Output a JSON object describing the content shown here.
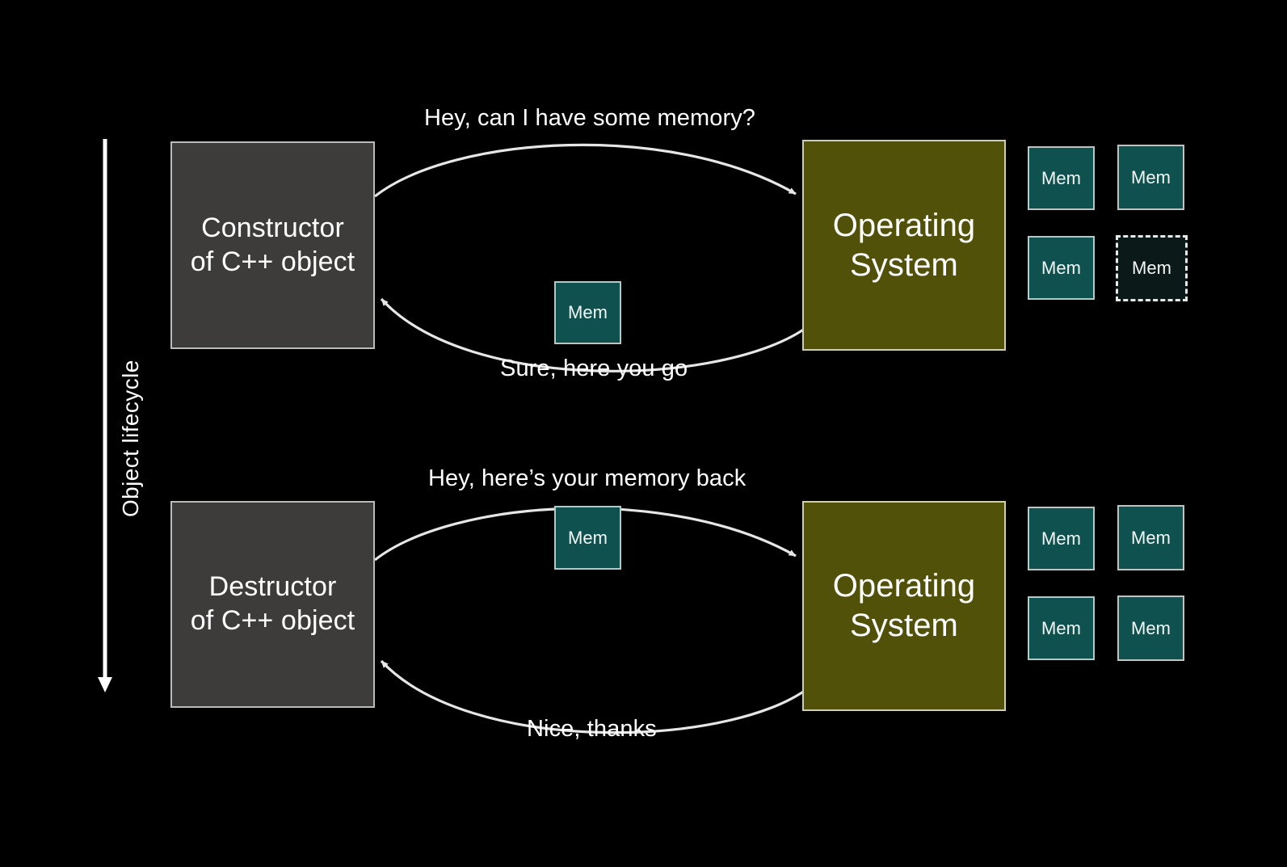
{
  "slide": {
    "background_color": "#000000",
    "axis_label": "Object lifecycle"
  },
  "colors": {
    "background": "#000000",
    "actor_fill": "#3d3c3a",
    "actor_border": "#b9bcb8",
    "os_fill": "#51510a",
    "os_border": "#cfcfae",
    "mem_fill": "#0f514e",
    "mem_border": "#b9c6c4",
    "mem_free_fill": "#0b1a18",
    "mem_free_border": "#e8e8e8",
    "text": "#ffffff",
    "arrow": "#e6e6e6"
  },
  "phases": [
    {
      "id": "allocation",
      "actor": {
        "line1": "Constructor",
        "line2": "of C++ object"
      },
      "os": {
        "line1": "Operating",
        "line2": "System"
      },
      "request_message": "Hey, can I have some memory?",
      "reply_message": "Sure, here you go",
      "transit_memory_label": "Mem",
      "memory_pool": [
        {
          "label": "Mem",
          "state": "used"
        },
        {
          "label": "Mem",
          "state": "used"
        },
        {
          "label": "Mem",
          "state": "used"
        },
        {
          "label": "Mem",
          "state": "free"
        }
      ]
    },
    {
      "id": "deallocation",
      "actor": {
        "line1": "Destructor",
        "line2": "of C++ object"
      },
      "os": {
        "line1": "Operating",
        "line2": "System"
      },
      "request_message": "Hey, here’s your memory back",
      "reply_message": "Nice, thanks",
      "transit_memory_label": "Mem",
      "memory_pool": [
        {
          "label": "Mem",
          "state": "used"
        },
        {
          "label": "Mem",
          "state": "used"
        },
        {
          "label": "Mem",
          "state": "used"
        },
        {
          "label": "Mem",
          "state": "used"
        }
      ]
    }
  ]
}
